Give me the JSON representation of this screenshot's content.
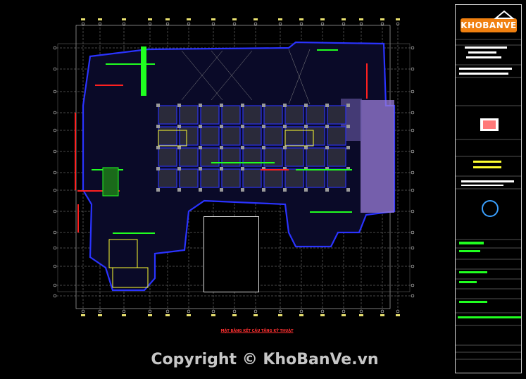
{
  "watermark": {
    "brand_text": "KHOBANVE",
    "copyright": "Copyright © KhoBanVe.vn"
  },
  "drawing": {
    "title": "MẶT BẰNG KẾT CẤU TẦNG KỸ THUẬT"
  },
  "colors": {
    "background": "#000000",
    "grid": "#ffffff",
    "walls": "#2a33ff",
    "accent_green": "#20ff20",
    "accent_red": "#ff2020",
    "accent_yellow": "#ffff30",
    "highlight_purple": "#9a7cd8",
    "brand_orange": "#f08010"
  },
  "title_block": {
    "firm_logo": "KHOBANVE",
    "rows": [
      "",
      "",
      "",
      "",
      "",
      "",
      "",
      ""
    ]
  }
}
